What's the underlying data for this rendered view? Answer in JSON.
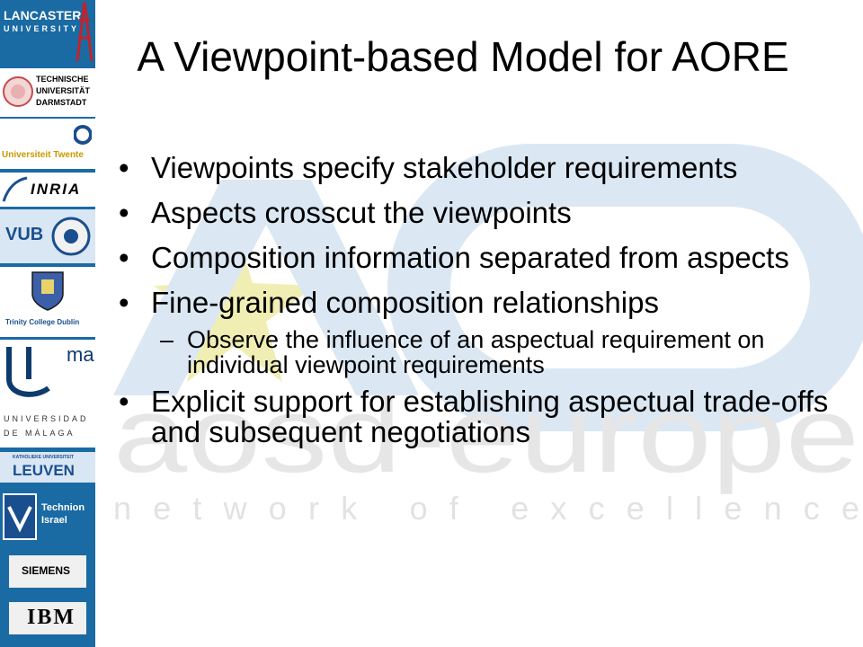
{
  "slide": {
    "title": "A Viewpoint-based Model for AORE",
    "bullets": [
      "Viewpoints specify stakeholder requirements",
      "Aspects crosscut the viewpoints",
      "Composition information separated from aspects",
      "Fine-grained composition relationships"
    ],
    "sub_bullet": "Observe the influence of an aspectual requirement on individual viewpoint requirements",
    "last_bullet": "Explicit support for establishing aspectual trade-offs and subsequent negotiations"
  },
  "sidebar": {
    "lancaster": {
      "line1": "LANCASTER",
      "line2": "UNIVERSITY"
    },
    "darmstadt": {
      "line1": "TECHNISCHE",
      "line2": "UNIVERSITÄT",
      "line3": "DARMSTADT"
    },
    "twente": "Universiteit Twente",
    "inria": "INRIA",
    "vub": "VUB",
    "tcd": "Trinity College Dublin",
    "malaga": {
      "mark": "ma",
      "line1": "UNIVERSIDAD",
      "line2": "DE MÁLAGA"
    },
    "leuven": {
      "small": "KATHOLIEKE UNIVERSITEIT",
      "name": "LEUVEN"
    },
    "technion": {
      "line1": "Technion",
      "line2": "Israel"
    },
    "siemens": "SIEMENS",
    "ibm": "IBM"
  },
  "watermark": {
    "line1": "aosd-europe",
    "line2": "network of excellence"
  },
  "colors": {
    "sidebar": "#1a6aa3",
    "watermark_blue": "#dbe8f4",
    "watermark_grey": "#e6e6e6",
    "star": "#f1eeb4"
  }
}
